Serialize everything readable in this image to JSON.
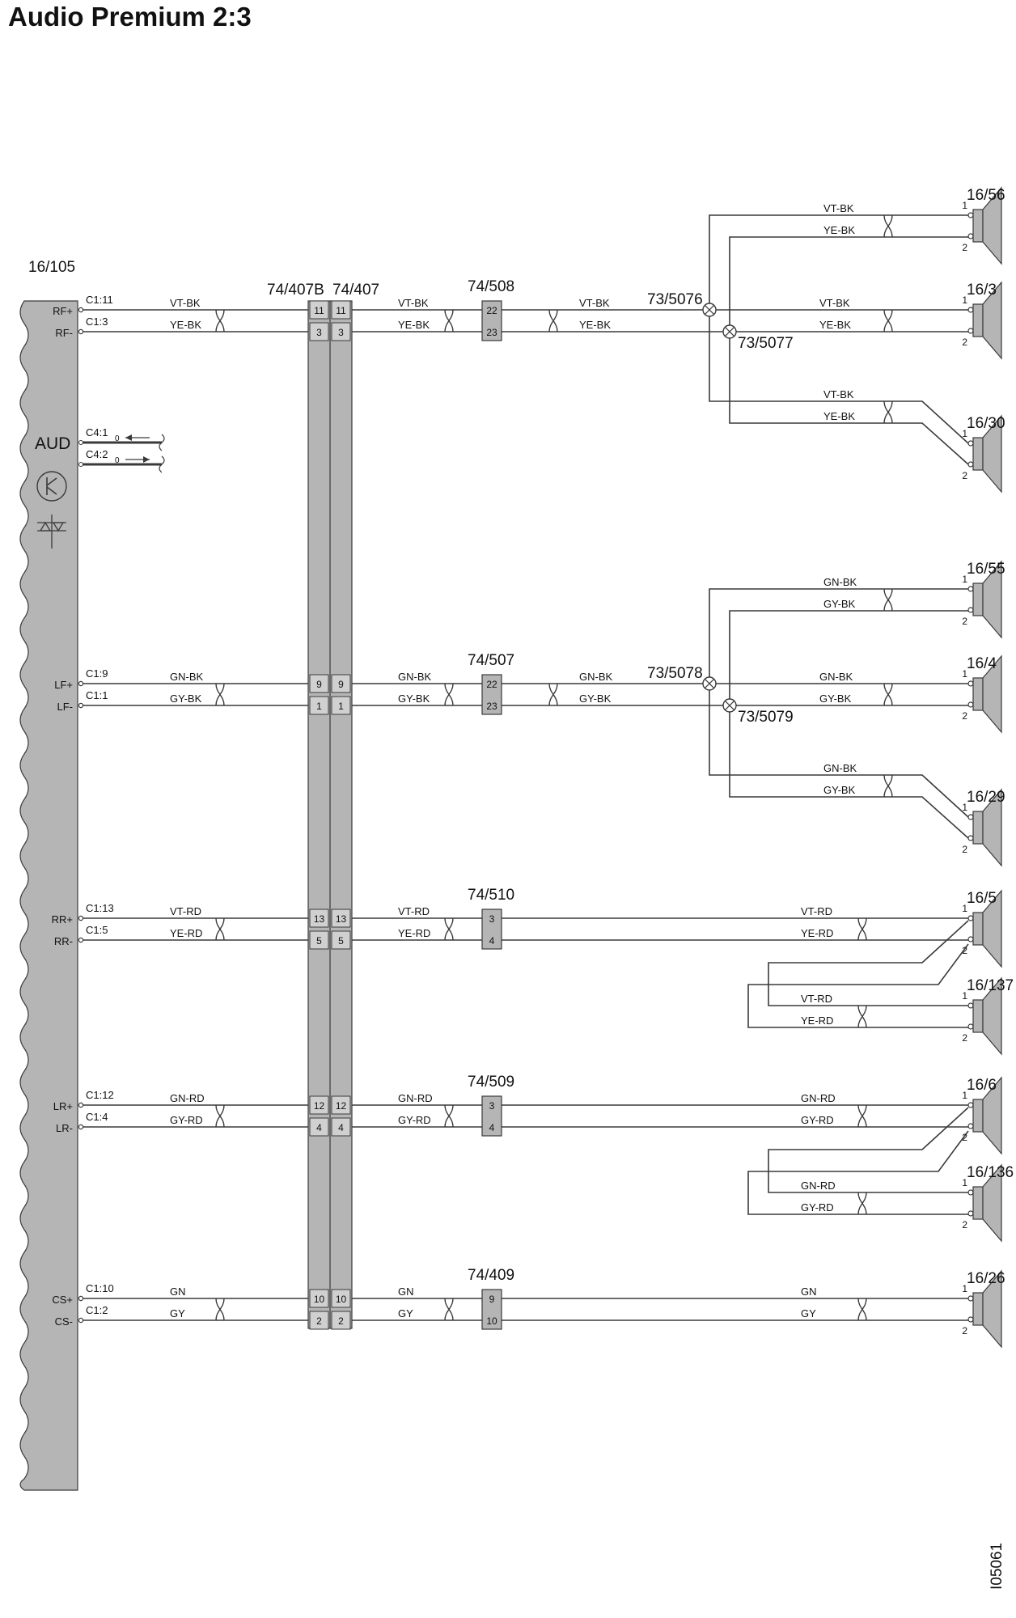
{
  "title": "Audio Premium 2:3",
  "doc_id": "I05061",
  "module": {
    "id": "16/105",
    "aud_label": "AUD",
    "pins": [
      {
        "sig": "RF+",
        "conn": "C1:11"
      },
      {
        "sig": "RF-",
        "conn": "C1:3"
      },
      {
        "sig": "LF+",
        "conn": "C1:9"
      },
      {
        "sig": "LF-",
        "conn": "C1:1"
      },
      {
        "sig": "RR+",
        "conn": "C1:13"
      },
      {
        "sig": "RR-",
        "conn": "C1:5"
      },
      {
        "sig": "LR+",
        "conn": "C1:12"
      },
      {
        "sig": "LR-",
        "conn": "C1:4"
      },
      {
        "sig": "CS+",
        "conn": "C1:10"
      },
      {
        "sig": "CS-",
        "conn": "C1:2"
      }
    ],
    "aux_conns": [
      "C4:1",
      "C4:2"
    ]
  },
  "connectors": {
    "pair_labels": [
      "74/407B",
      "74/407"
    ],
    "pair_pins": [
      [
        "11",
        "11"
      ],
      [
        "3",
        "3"
      ],
      [
        "9",
        "9"
      ],
      [
        "1",
        "1"
      ],
      [
        "13",
        "13"
      ],
      [
        "5",
        "5"
      ],
      [
        "12",
        "12"
      ],
      [
        "4",
        "4"
      ],
      [
        "10",
        "10"
      ],
      [
        "2",
        "2"
      ]
    ],
    "small": [
      {
        "label": "74/508",
        "pins": [
          "22",
          "23"
        ]
      },
      {
        "label": "74/507",
        "pins": [
          "22",
          "23"
        ]
      },
      {
        "label": "74/510",
        "pins": [
          "3",
          "4"
        ]
      },
      {
        "label": "74/509",
        "pins": [
          "3",
          "4"
        ]
      },
      {
        "label": "74/409",
        "pins": [
          "9",
          "10"
        ]
      }
    ]
  },
  "splices": [
    "73/5076",
    "73/5077",
    "73/5078",
    "73/5079"
  ],
  "wire_colors": [
    [
      "VT-BK",
      "YE-BK"
    ],
    [
      "GN-BK",
      "GY-BK"
    ],
    [
      "VT-RD",
      "YE-RD"
    ],
    [
      "GN-RD",
      "GY-RD"
    ],
    [
      "GN",
      "GY"
    ]
  ],
  "speakers": [
    "16/56",
    "16/3",
    "16/30",
    "16/55",
    "16/4",
    "16/29",
    "16/5",
    "16/137",
    "16/6",
    "16/136",
    "16/26"
  ],
  "speaker_pins": [
    "1",
    "2"
  ]
}
